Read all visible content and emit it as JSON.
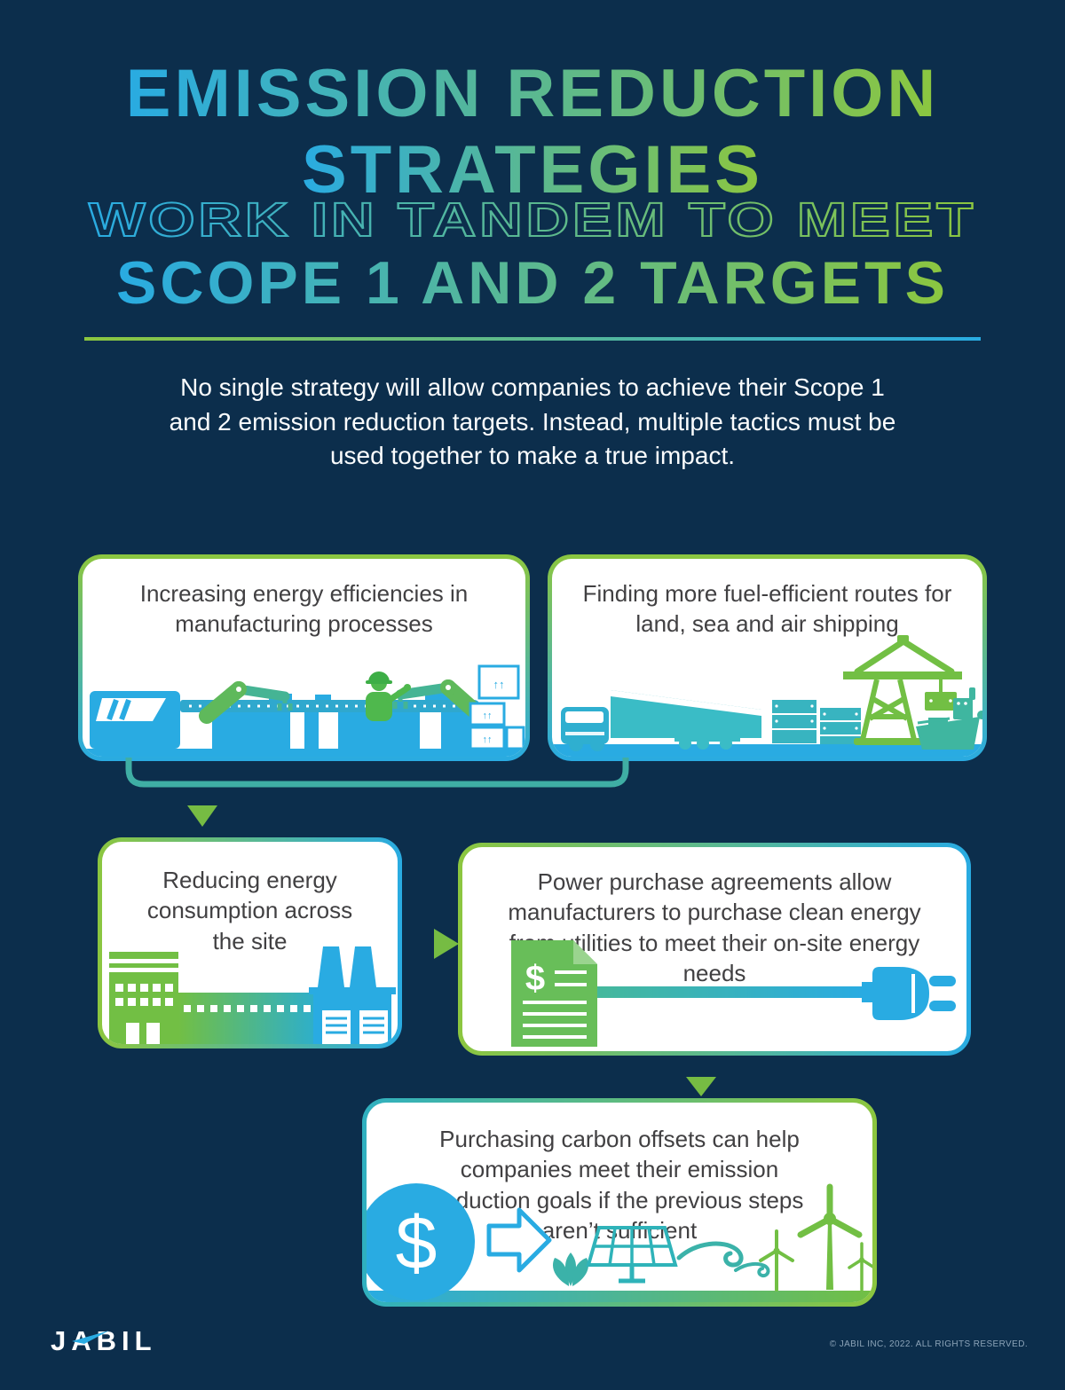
{
  "header": {
    "title_line1": "EMISSION REDUCTION",
    "title_line2": "STRATEGIES",
    "title_line3": "WORK IN TANDEM TO MEET",
    "title_line4": "SCOPE 1 AND 2 TARGETS"
  },
  "intro": "No single strategy will allow companies to achieve their Scope 1 and 2 emission reduction targets. Instead, multiple tactics must be used together to make a true impact.",
  "cards": [
    {
      "id": "manufacturing",
      "text": "Increasing energy efficiencies in manufacturing processes"
    },
    {
      "id": "shipping",
      "text": "Finding more fuel-efficient routes for land, sea and air shipping"
    },
    {
      "id": "site-consumption",
      "text": "Reducing energy consumption across the site"
    },
    {
      "id": "power-purchase",
      "text": "Power purchase agreements allow manufacturers to purchase clean energy from utilities to meet their on-site energy needs"
    },
    {
      "id": "carbon-offsets",
      "text": "Purchasing carbon offsets can help companies meet their emission reduction goals if the previous steps aren’t sufficient"
    }
  ],
  "icons": {
    "dollar": "$",
    "box_arrows": "↑↑"
  },
  "footer": {
    "logo": "JABIL",
    "copyright": "© JABIL INC, 2022. ALL RIGHTS RESERVED."
  },
  "colors": {
    "navy": "#0C2E4C",
    "blue": "#29ABE2",
    "green": "#8CC63F",
    "arrow_green": "#76BC43",
    "teal": "#3FAEA4",
    "card_text": "#414042"
  }
}
